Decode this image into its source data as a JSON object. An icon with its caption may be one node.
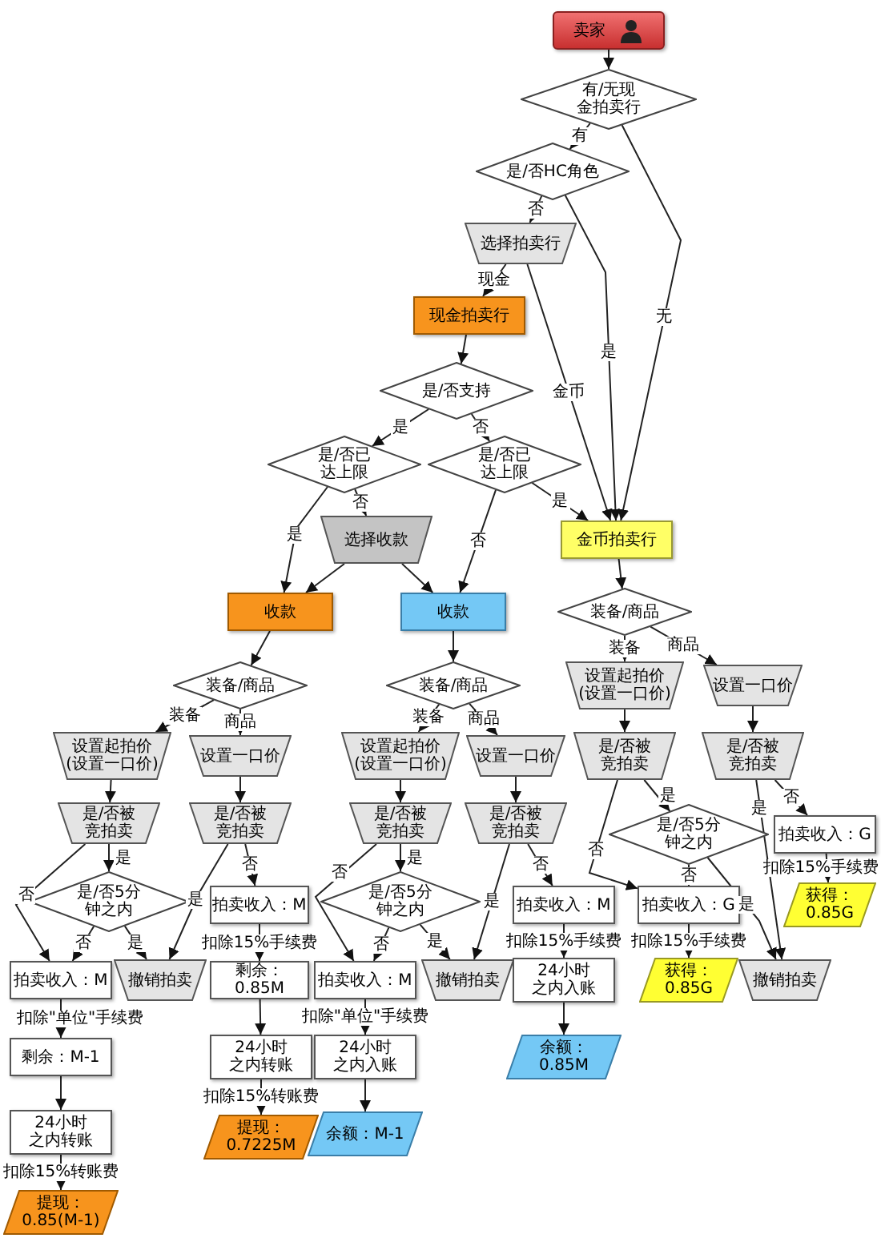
{
  "diagram": {
    "nodes": [
      {
        "text": [
          "卖家"
        ]
      },
      {
        "text": [
          "有/无现金拍卖行"
        ]
      },
      {
        "text": [
          "是/否HC角色"
        ]
      },
      {
        "text": [
          "选择拍卖行"
        ]
      },
      {
        "text": [
          "现金拍卖行"
        ]
      },
      {
        "text": [
          "是/否支持"
        ]
      },
      {
        "text": [
          "是/否已达上限"
        ]
      },
      {
        "text": [
          "是/否已达上限"
        ]
      },
      {
        "text": [
          "选择收款"
        ]
      },
      {
        "text": [
          "金币拍卖行"
        ]
      },
      {
        "text": [
          "收款"
        ]
      },
      {
        "text": [
          "收款"
        ]
      },
      {
        "text": [
          "装备/商品"
        ]
      },
      {
        "text": [
          "装备/商品"
        ]
      },
      {
        "text": [
          "设置起拍价(设置一口价)"
        ]
      },
      {
        "text": [
          "设置一口价"
        ]
      },
      {
        "text": [
          "是/否被竞拍卖"
        ]
      },
      {
        "text": [
          "是/否被竞拍卖"
        ]
      },
      {
        "text": [
          "是/否5分钟之内"
        ]
      },
      {
        "text": [
          "拍卖收入：M"
        ]
      },
      {
        "text": [
          "拍卖收入：M"
        ]
      },
      {
        "text": [
          "撤销拍卖"
        ]
      },
      {
        "text": [
          "剩余：0.85M"
        ]
      },
      {
        "text": [
          "剩余：M-1"
        ]
      },
      {
        "text": [
          "24小时之内转账"
        ]
      },
      {
        "text": [
          "提现：0.7225M"
        ]
      },
      {
        "text": [
          "24小时之内转账"
        ]
      },
      {
        "text": [
          "提现：0.85(M-1)"
        ]
      },
      {
        "text": [
          "装备/商品"
        ]
      },
      {
        "text": [
          "设置起拍价(设置一口价)"
        ]
      },
      {
        "text": [
          "设置一口价"
        ]
      },
      {
        "text": [
          "是/否被竞拍卖"
        ]
      },
      {
        "text": [
          "是/否被竞拍卖"
        ]
      },
      {
        "text": [
          "是/否5分钟之内"
        ]
      },
      {
        "text": [
          "拍卖收入：M"
        ]
      },
      {
        "text": [
          "拍卖收入：M"
        ]
      },
      {
        "text": [
          "撤销拍卖"
        ]
      },
      {
        "text": [
          "24小时之内入账"
        ]
      },
      {
        "text": [
          "24小时之内入账"
        ]
      },
      {
        "text": [
          "余额：M-1"
        ]
      },
      {
        "text": [
          "余额：0.85M"
        ]
      },
      {
        "text": [
          "设置起拍价(设置一口价)"
        ]
      },
      {
        "text": [
          "设置一口价"
        ]
      },
      {
        "text": [
          "是/否被竞拍卖"
        ]
      },
      {
        "text": [
          "是/否被竞拍卖"
        ]
      },
      {
        "text": [
          "是/否5分钟之内"
        ]
      },
      {
        "text": [
          "拍卖收入：G"
        ]
      },
      {
        "text": [
          "拍卖收入：G"
        ]
      },
      {
        "text": [
          "撤销拍卖"
        ]
      },
      {
        "text": [
          "获得：0.85G"
        ]
      },
      {
        "text": [
          "获得：0.85G"
        ]
      }
    ],
    "edges": [
      {
        "from": 0,
        "to": 1,
        "arrow": "to"
      },
      {
        "from": 1,
        "to": 2,
        "arrow": "to",
        "label": "有"
      },
      {
        "from": 1,
        "to": 9,
        "arrow": "to",
        "label": "无"
      },
      {
        "from": 2,
        "to": 3,
        "arrow": "to",
        "label": "否"
      },
      {
        "from": 2,
        "to": 9,
        "arrow": "to",
        "label": "是"
      },
      {
        "from": 3,
        "to": 4,
        "arrow": "to",
        "label": "现金"
      },
      {
        "from": 3,
        "to": 9,
        "arrow": "to",
        "label": "金币"
      },
      {
        "from": 4,
        "to": 5,
        "arrow": "to"
      },
      {
        "from": 5,
        "to": 6,
        "arrow": "to",
        "label": "是"
      },
      {
        "from": 5,
        "to": 7,
        "arrow": "to",
        "label": "否"
      },
      {
        "from": 6,
        "to": 10,
        "arrow": "to",
        "label": "是"
      },
      {
        "from": 6,
        "to": 8,
        "arrow": "to",
        "label": "否"
      },
      {
        "from": 7,
        "to": 11,
        "arrow": "to",
        "label": "否"
      },
      {
        "from": 7,
        "to": 9,
        "arrow": "to",
        "label": "是"
      },
      {
        "from": 8,
        "to": 10,
        "arrow": "to"
      },
      {
        "from": 8,
        "to": 11,
        "arrow": "to"
      },
      {
        "from": 9,
        "to": 12,
        "arrow": "to"
      },
      {
        "from": 10,
        "to": 13,
        "arrow": "to"
      },
      {
        "from": 13,
        "to": 14,
        "arrow": "to",
        "label": "装备"
      },
      {
        "from": 13,
        "to": 15,
        "arrow": "to",
        "label": "商品"
      },
      {
        "from": 14,
        "to": 16,
        "arrow": "to"
      },
      {
        "from": 15,
        "to": 17,
        "arrow": "to"
      },
      {
        "from": 16,
        "to": 18,
        "arrow": "to",
        "label": "是"
      },
      {
        "from": 16,
        "to": 20,
        "arrow": "to",
        "label": "否"
      },
      {
        "from": 17,
        "to": 21,
        "arrow": "to",
        "label": "是"
      },
      {
        "from": 17,
        "to": 19,
        "arrow": "to",
        "label": "否"
      },
      {
        "from": 18,
        "to": 20,
        "arrow": "to",
        "label": "否"
      },
      {
        "from": 18,
        "to": 21,
        "arrow": "to",
        "label": "是"
      },
      {
        "from": 19,
        "to": 22,
        "arrow": "to",
        "label": "扣除15%手续费"
      },
      {
        "from": 20,
        "to": 23,
        "arrow": "to",
        "label": "扣除\"单位\"手续费"
      },
      {
        "from": 22,
        "to": 24,
        "arrow": "to"
      },
      {
        "from": 23,
        "to": 26,
        "arrow": "to"
      },
      {
        "from": 24,
        "to": 25,
        "arrow": "to",
        "label": "扣除15%转账费"
      },
      {
        "from": 26,
        "to": 27,
        "arrow": "to",
        "label": "扣除15%转账费"
      },
      {
        "from": 11,
        "to": 28,
        "arrow": "to"
      },
      {
        "from": 28,
        "to": 29,
        "arrow": "to",
        "label": "装备"
      },
      {
        "from": 28,
        "to": 30,
        "arrow": "to",
        "label": "商品"
      },
      {
        "from": 29,
        "to": 31,
        "arrow": "to"
      },
      {
        "from": 30,
        "to": 32,
        "arrow": "to"
      },
      {
        "from": 31,
        "to": 33,
        "arrow": "to",
        "label": "是"
      },
      {
        "from": 31,
        "to": 35,
        "arrow": "to",
        "label": "否"
      },
      {
        "from": 32,
        "to": 36,
        "arrow": "to",
        "label": "是"
      },
      {
        "from": 32,
        "to": 34,
        "arrow": "to",
        "label": "否"
      },
      {
        "from": 33,
        "to": 35,
        "arrow": "to",
        "label": "否"
      },
      {
        "from": 33,
        "to": 36,
        "arrow": "to",
        "label": "是"
      },
      {
        "from": 35,
        "to": 38,
        "arrow": "to",
        "label": "扣除\"单位\"手续费"
      },
      {
        "from": 38,
        "to": 39,
        "arrow": "to"
      },
      {
        "from": 34,
        "to": 37,
        "arrow": "to",
        "label": "扣除15%手续费"
      },
      {
        "from": 37,
        "to": 40,
        "arrow": "to"
      },
      {
        "from": 12,
        "to": 41,
        "arrow": "to",
        "label": "装备"
      },
      {
        "from": 12,
        "to": 42,
        "arrow": "to",
        "label": "商品"
      },
      {
        "from": 41,
        "to": 43,
        "arrow": "to"
      },
      {
        "from": 42,
        "to": 44,
        "arrow": "to"
      },
      {
        "from": 43,
        "to": 45,
        "arrow": "to",
        "label": "是"
      },
      {
        "from": 43,
        "to": 47,
        "arrow": "to",
        "label": "否"
      },
      {
        "from": 44,
        "to": 48,
        "arrow": "to",
        "label": "是"
      },
      {
        "from": 44,
        "to": 46,
        "arrow": "to",
        "label": "否"
      },
      {
        "from": 45,
        "to": 47,
        "arrow": "to",
        "label": "否"
      },
      {
        "from": 45,
        "to": 48,
        "arrow": "to",
        "label": "是"
      },
      {
        "from": 46,
        "to": 49,
        "arrow": "to",
        "label": "扣除15%手续费"
      },
      {
        "from": 47,
        "to": 50,
        "arrow": "to",
        "label": "扣除15%手续费"
      }
    ]
  }
}
